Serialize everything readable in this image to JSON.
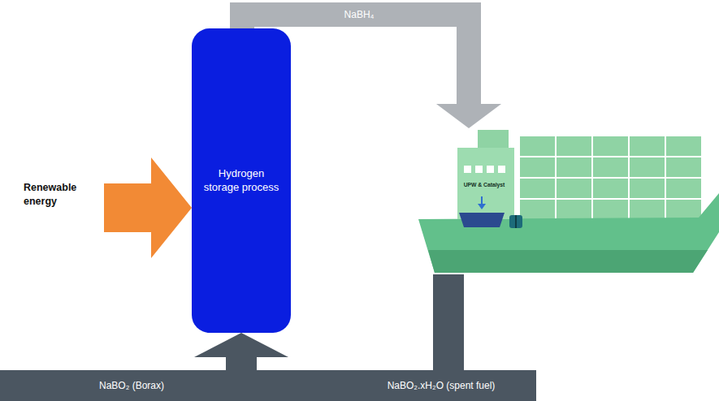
{
  "diagram": {
    "nodes": [
      {
        "text": [
          "Hydrogen storage process"
        ]
      },
      {
        "text": [
          "UPW & Catalyst"
        ]
      }
    ],
    "edges": [
      {
        "from": 0,
        "to": 1,
        "label": "NaBH₄",
        "arrow": "to"
      },
      {
        "from": 1,
        "to": 0,
        "label": "NaBO₂.xH₂O (spent fuel)",
        "arrow": "to"
      }
    ],
    "labels": [
      "Renewable energy",
      "NaBO₂ (Borax)"
    ]
  }
}
